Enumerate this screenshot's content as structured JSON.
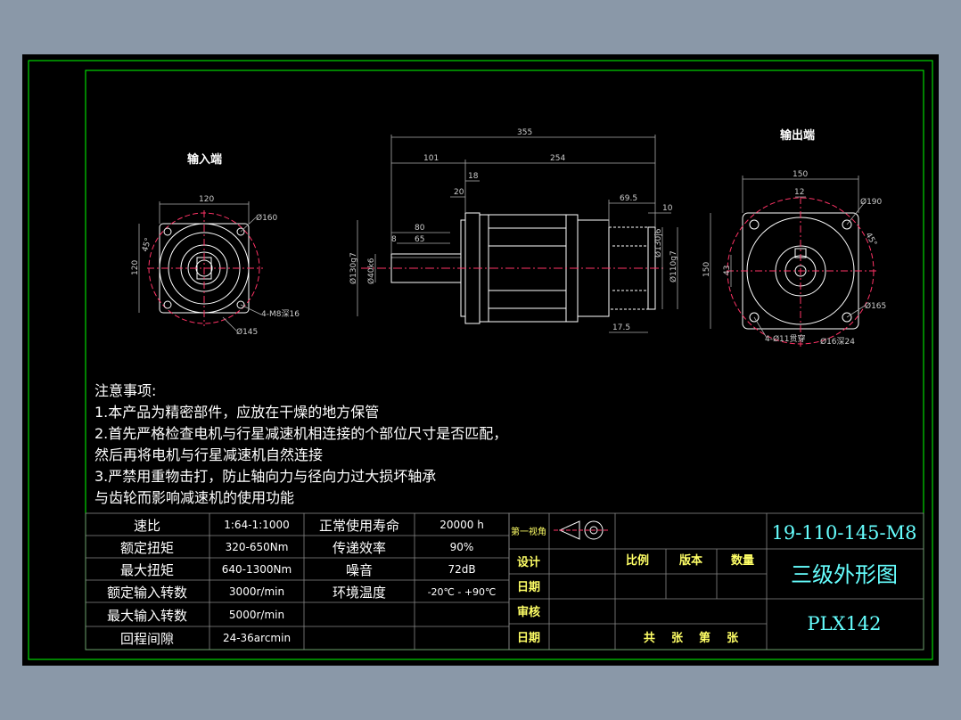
{
  "views": {
    "input_title": "输入端",
    "output_title": "输出端"
  },
  "dims": {
    "overall": "355",
    "d101": "101",
    "d254": "254",
    "d18": "18",
    "d20": "20",
    "d69_5": "69.5",
    "d10": "10",
    "d80": "80",
    "d65": "65",
    "d8": "8",
    "d17_5": "17.5",
    "dia130g7": "Ø130g7",
    "dia40k6": "Ø40k6",
    "dia130j6": "Ø130j6",
    "dia110g7": "Ø110g7",
    "in_120": "120",
    "in_120v": "120",
    "in_45": "45°",
    "in_160": "Ø160",
    "in_holes": "4-M8深16",
    "in_145": "Ø145",
    "out_150": "150",
    "out_12": "12",
    "out_190": "Ø190",
    "out_45": "45°",
    "out_150v": "150",
    "out_43": "43",
    "out_165": "Ø165",
    "out_holes": "4-Ø11贯穿",
    "out_16": "Ø16深24"
  },
  "notes": {
    "title": "注意事项:",
    "lines": [
      "1.本产品为精密部件，应放在干燥的地方保管",
      "2.首先严格检查电机与行星减速机相连接的个部位尺寸是否匹配，",
      "然后再将电机与行星减速机自然连接",
      "3.严禁用重物击打，防止轴向力与径向力过大损坏轴承",
      "与齿轮而影响减速机的使用功能"
    ]
  },
  "specs": [
    {
      "label": "速比",
      "value": "1:64-1:1000",
      "label2": "正常使用寿命",
      "value2": "20000 h"
    },
    {
      "label": "额定扭矩",
      "value": "320-650Nm",
      "label2": "传递效率",
      "value2": "90%"
    },
    {
      "label": "最大扭矩",
      "value": "640-1300Nm",
      "label2": "噪音",
      "value2": "72dB"
    },
    {
      "label": "额定输入转数",
      "value": "3000r/min",
      "label2": "环境温度",
      "value2": "-20℃ - +90℃"
    },
    {
      "label": "最大输入转数",
      "value": "5000r/min",
      "label2": "",
      "value2": ""
    },
    {
      "label": "回程间隙",
      "value": "24-36arcmin",
      "label2": "",
      "value2": ""
    }
  ],
  "title_block": {
    "projection": "第一视角",
    "design": "设计",
    "date1": "日期",
    "review": "审核",
    "date2": "日期",
    "scale": "比例",
    "version": "版本",
    "quantity": "数量",
    "sheets": "共    张    第    张",
    "drawing_no": "19-110-145-M8",
    "drawing_name": "三级外形图",
    "model": "PLX142"
  },
  "colors": {
    "background": "#000000",
    "frame": "#00ff00",
    "centerline": "#ff3366",
    "title_text": "#66ffff",
    "label_text": "#ffff66"
  }
}
